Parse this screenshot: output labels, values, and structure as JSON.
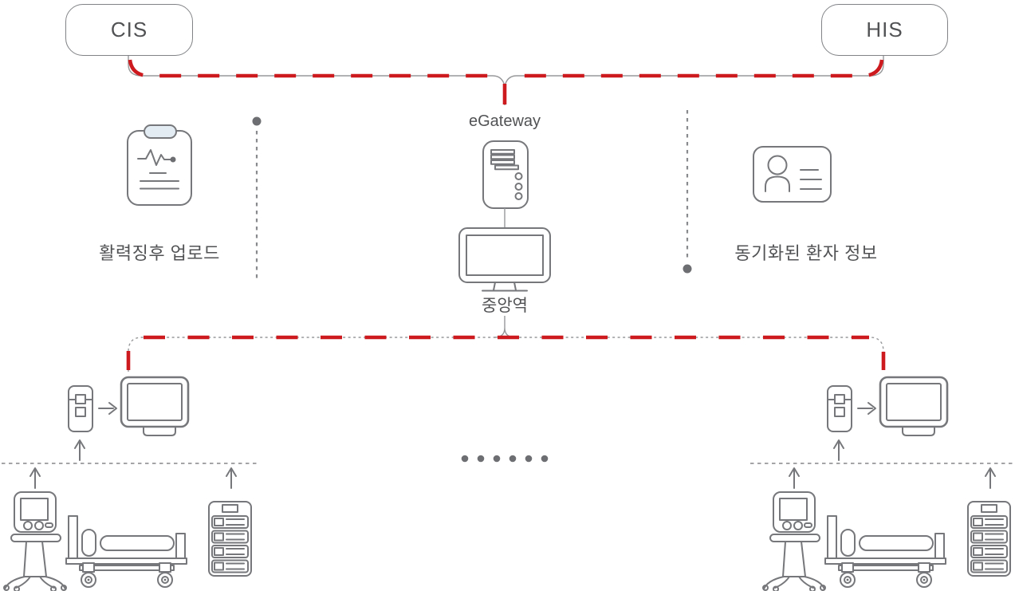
{
  "colors": {
    "accent-red": "#cc1a1f",
    "line-gray": "#97989a",
    "icon-gray": "#76777a",
    "dot-gray": "#6d6e71",
    "text-dark": "#515254",
    "clip-blue": "#e3ecf3",
    "background": "#ffffff"
  },
  "nodes": {
    "cis": {
      "label": "CIS"
    },
    "his": {
      "label": "HIS"
    },
    "egateway": {
      "label": "eGateway"
    },
    "central_station": {
      "label": "중앙역"
    }
  },
  "annotations": {
    "vitals_upload": {
      "label": "활력징후 업로드"
    },
    "patient_sync": {
      "label": "동기화된 환자 정보"
    }
  },
  "icons": {
    "egateway": "server-tower",
    "central_station": "desktop-monitor",
    "vitals_upload": "clipboard-ecg",
    "patient_sync": "patient-id-card",
    "bedside_left": [
      "dock-module",
      "bedside-monitor",
      "ventilator",
      "hospital-bed",
      "infusion-pump-stack"
    ],
    "bedside_right": [
      "dock-module",
      "bedside-monitor",
      "ventilator",
      "hospital-bed",
      "infusion-pump-stack"
    ]
  }
}
